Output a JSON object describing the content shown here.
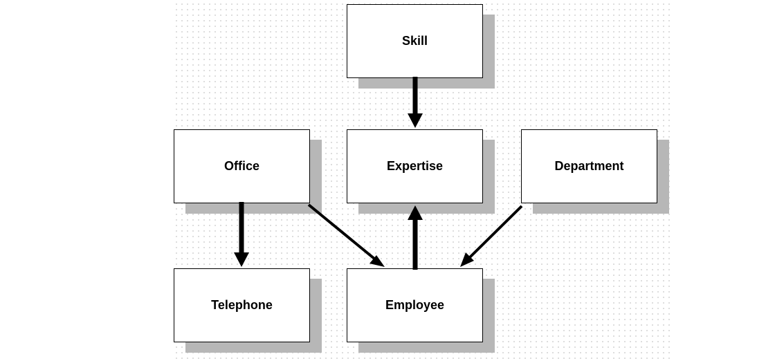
{
  "diagram": {
    "entities": {
      "skill": "Skill",
      "office": "Office",
      "expertise": "Expertise",
      "department": "Department",
      "telephone": "Telephone",
      "employee": "Employee"
    },
    "relationships": [
      {
        "from": "Skill",
        "to": "Expertise"
      },
      {
        "from": "Office",
        "to": "Telephone"
      },
      {
        "from": "Office",
        "to": "Employee"
      },
      {
        "from": "Employee",
        "to": "Expertise"
      },
      {
        "from": "Department",
        "to": "Employee"
      }
    ],
    "colors": {
      "box_fill": "#ffffff",
      "box_border": "#000000",
      "shadow": "#b7b7b7",
      "arrow": "#000000"
    }
  }
}
